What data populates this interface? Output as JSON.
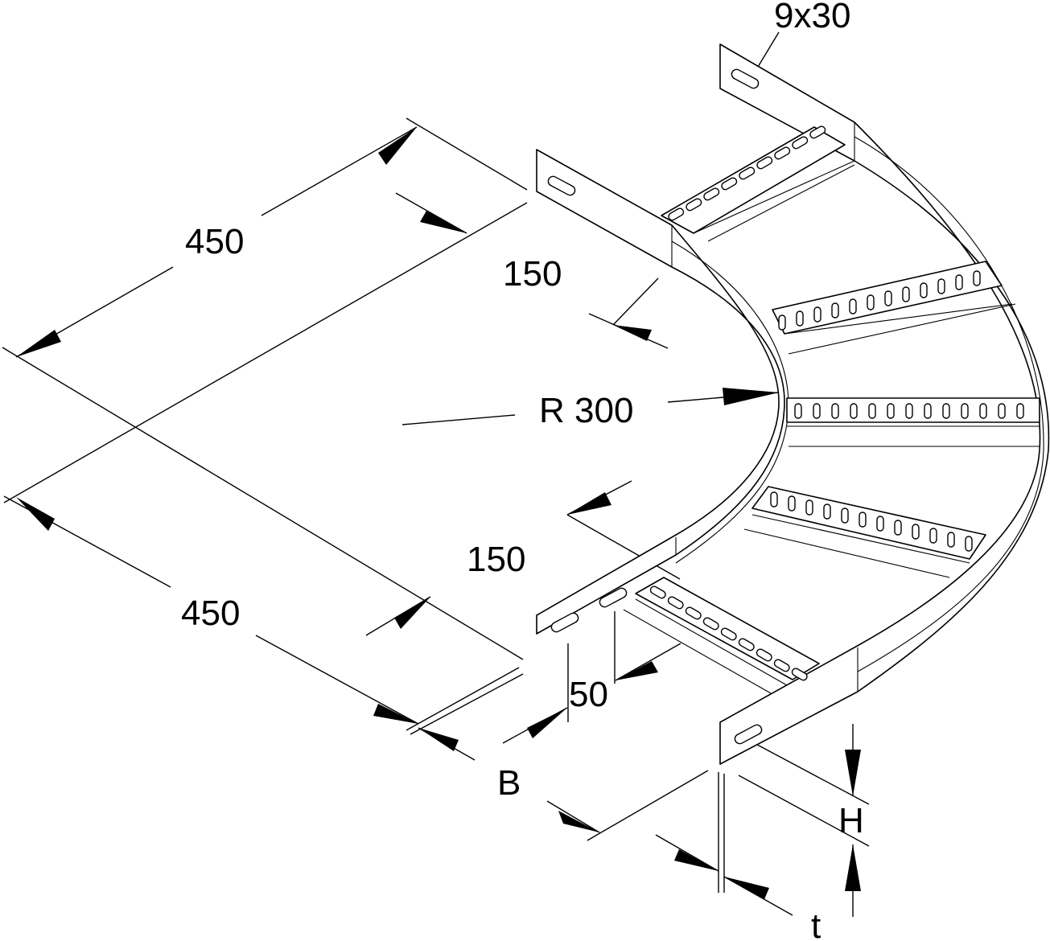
{
  "labels": {
    "slot_size": "9x30",
    "length_top": "450",
    "offset_top": "150",
    "radius": "R 300",
    "offset_bottom": "150",
    "length_bottom": "450",
    "rung_spacing": "50",
    "width": "B",
    "height": "H",
    "thickness": "t"
  }
}
